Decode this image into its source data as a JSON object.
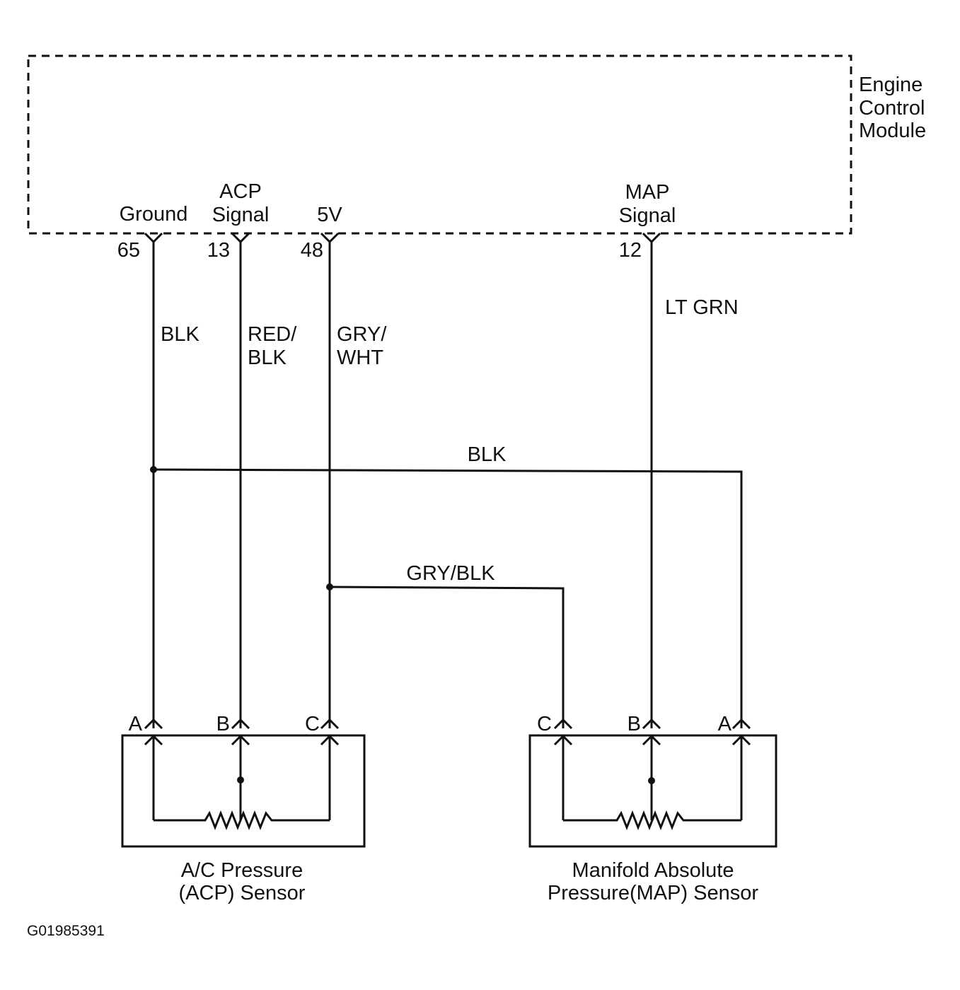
{
  "ecm": {
    "name_lines": [
      "Engine",
      "Control",
      "Module"
    ]
  },
  "pins": [
    {
      "id": "ground",
      "label_lines": [
        "Ground"
      ],
      "number": "65"
    },
    {
      "id": "acp-signal",
      "label_lines": [
        "ACP",
        "Signal"
      ],
      "number": "13"
    },
    {
      "id": "5v",
      "label_lines": [
        "5V"
      ],
      "number": "48"
    },
    {
      "id": "map-signal",
      "label_lines": [
        "MAP",
        "Signal"
      ],
      "number": "12"
    }
  ],
  "wires": {
    "ground": {
      "color_lines": [
        "BLK"
      ]
    },
    "acp_signal": {
      "color_lines": [
        "RED/",
        "BLK"
      ]
    },
    "reference_5v": {
      "color_lines": [
        "GRY/",
        "WHT"
      ]
    },
    "map_signal": {
      "color_lines": [
        "LT GRN"
      ]
    },
    "ground_splice": {
      "color": "BLK"
    },
    "reference_splice": {
      "color": "GRY/BLK"
    }
  },
  "sensors": [
    {
      "id": "acp-sensor",
      "terminals": [
        "A",
        "B",
        "C"
      ],
      "name_lines": [
        "A/C Pressure",
        "(ACP) Sensor"
      ]
    },
    {
      "id": "map-sensor",
      "terminals": [
        "C",
        "B",
        "A"
      ],
      "name_lines": [
        "Manifold Absolute",
        "Pressure(MAP) Sensor"
      ]
    }
  ],
  "figure_id": "G01985391"
}
